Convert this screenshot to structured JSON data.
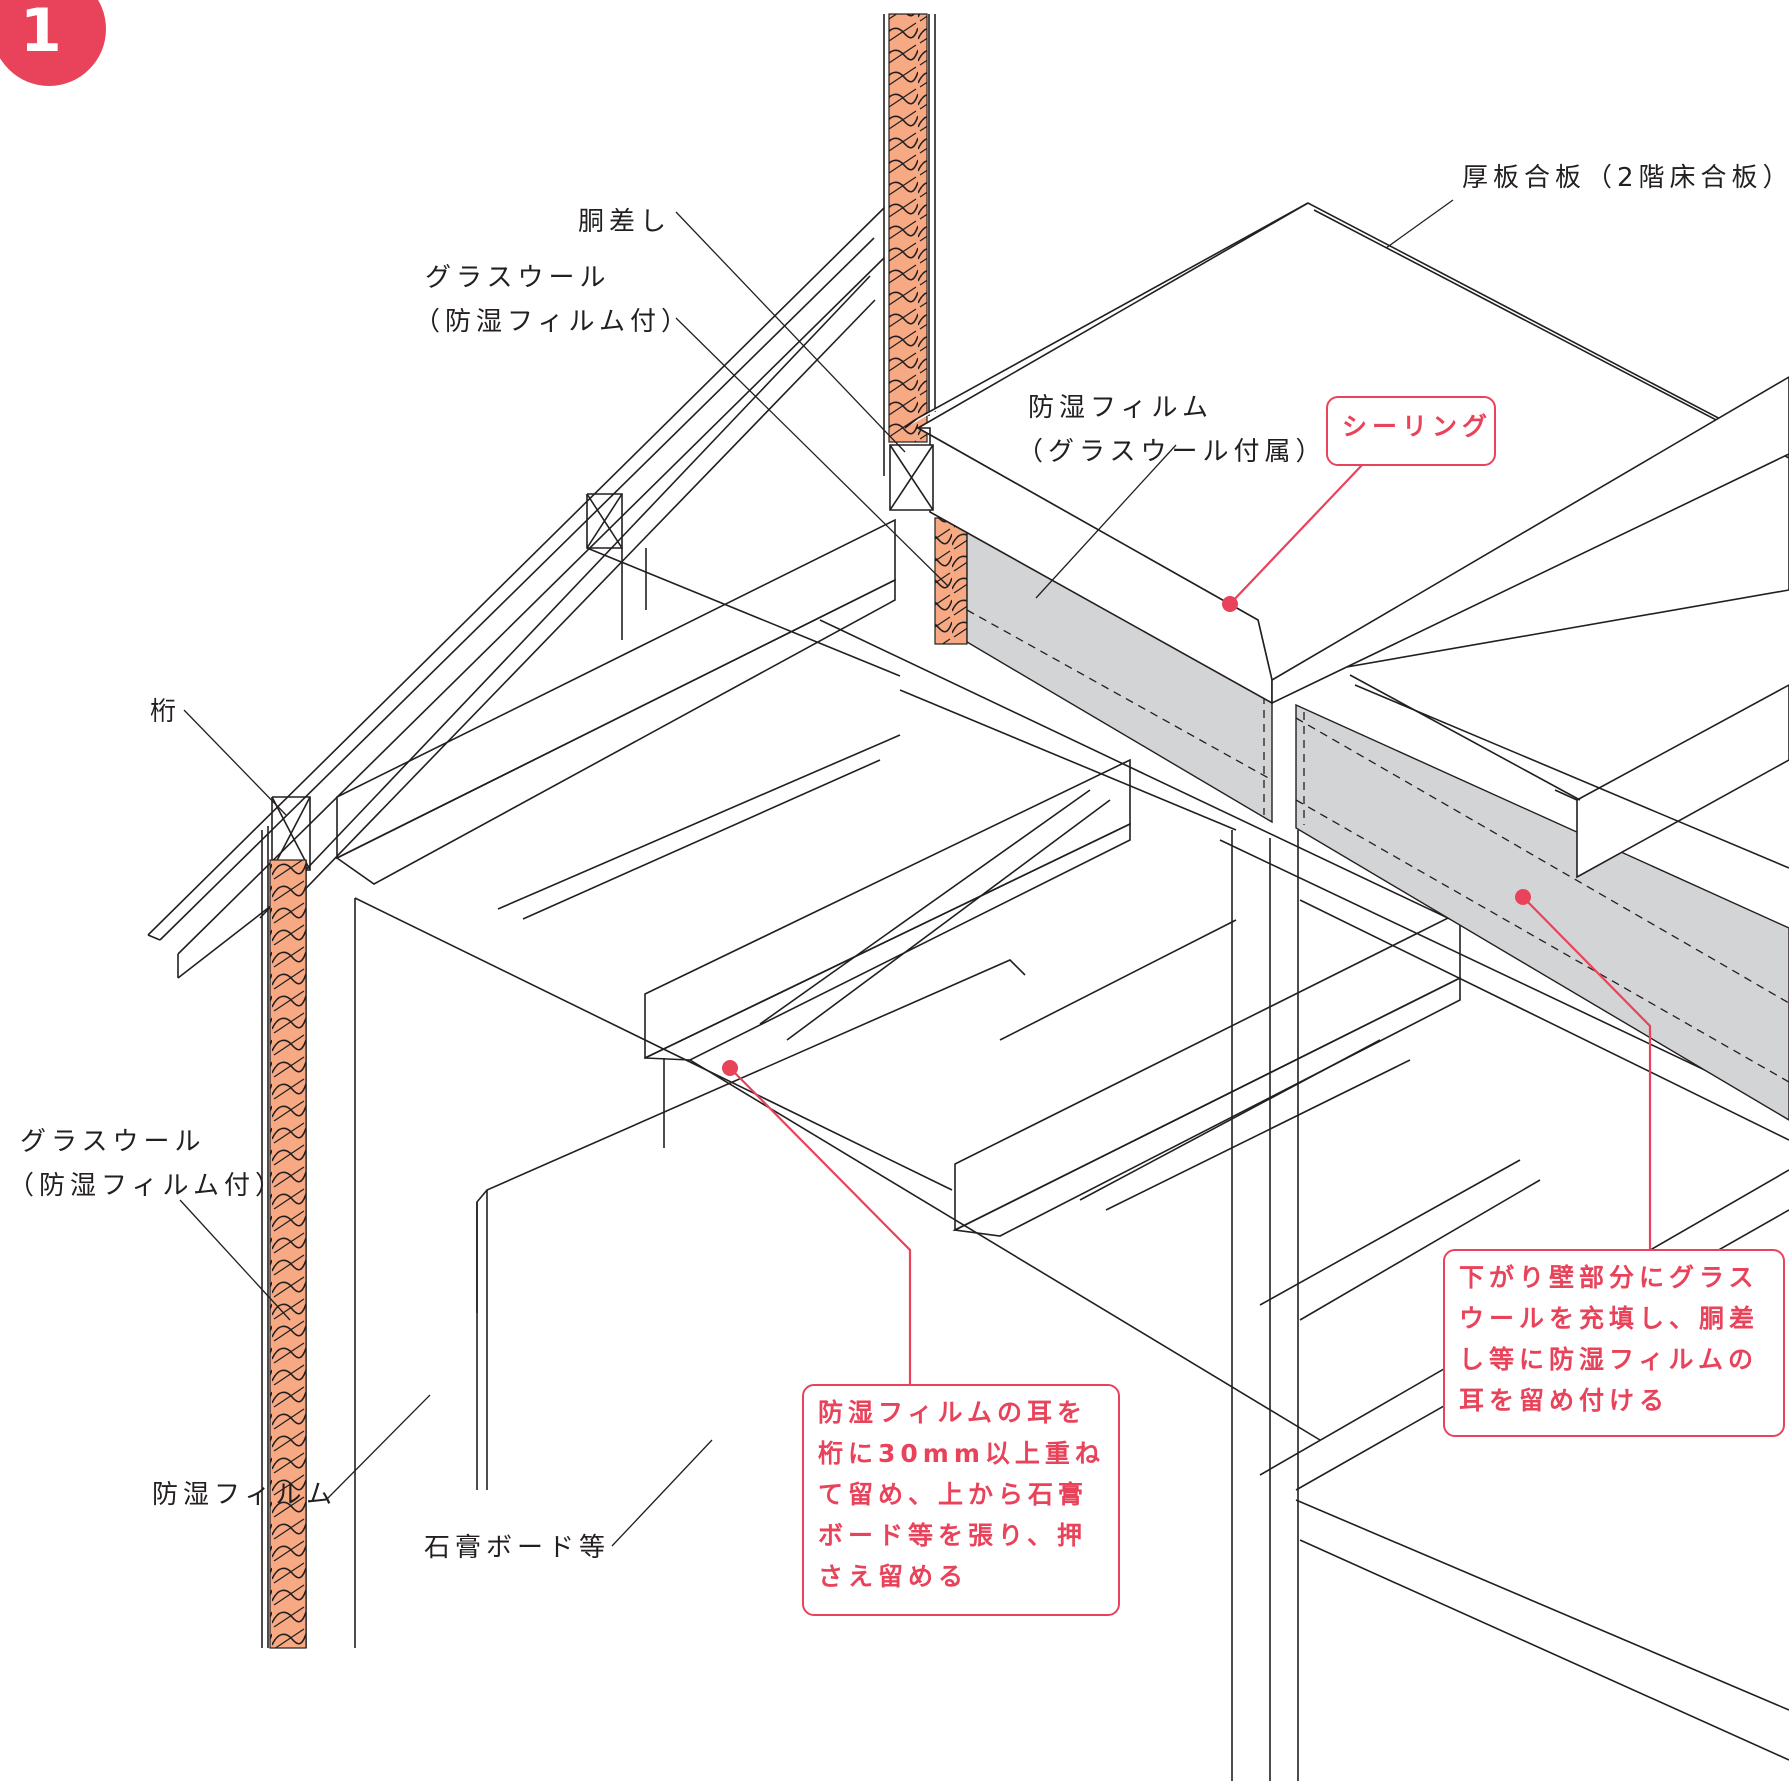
{
  "figure_number": "1",
  "colors": {
    "accent": "#e8435a",
    "insulation": "#f6a982",
    "film": "#d3d4d6",
    "line": "#231f20"
  },
  "labels": {
    "plywood": "厚板合板（2階床合板）",
    "dousashi": "胴差し",
    "glasswool_top_1": "グラスウール",
    "glasswool_top_2": "（防湿フィルム付）",
    "film_top_1": "防湿フィルム",
    "film_top_2": "（グラスウール付属）",
    "keta": "桁",
    "glasswool_left_1": "グラスウール",
    "glasswool_left_2": "（防湿フィルム付）",
    "film_bottom": "防湿フィルム",
    "gypsum": "石膏ボード等"
  },
  "callouts": {
    "sealing": "シーリング",
    "keta_note": [
      "防湿フィルムの耳を",
      "桁に30mm以上重ね",
      "て留め、上から石膏",
      "ボード等を張り、押",
      "さえ留める"
    ],
    "wall_note": [
      "下がり壁部分にグラス",
      "ウールを充填し、胴差",
      "し等に防湿フィルムの",
      "耳を留め付ける"
    ]
  }
}
